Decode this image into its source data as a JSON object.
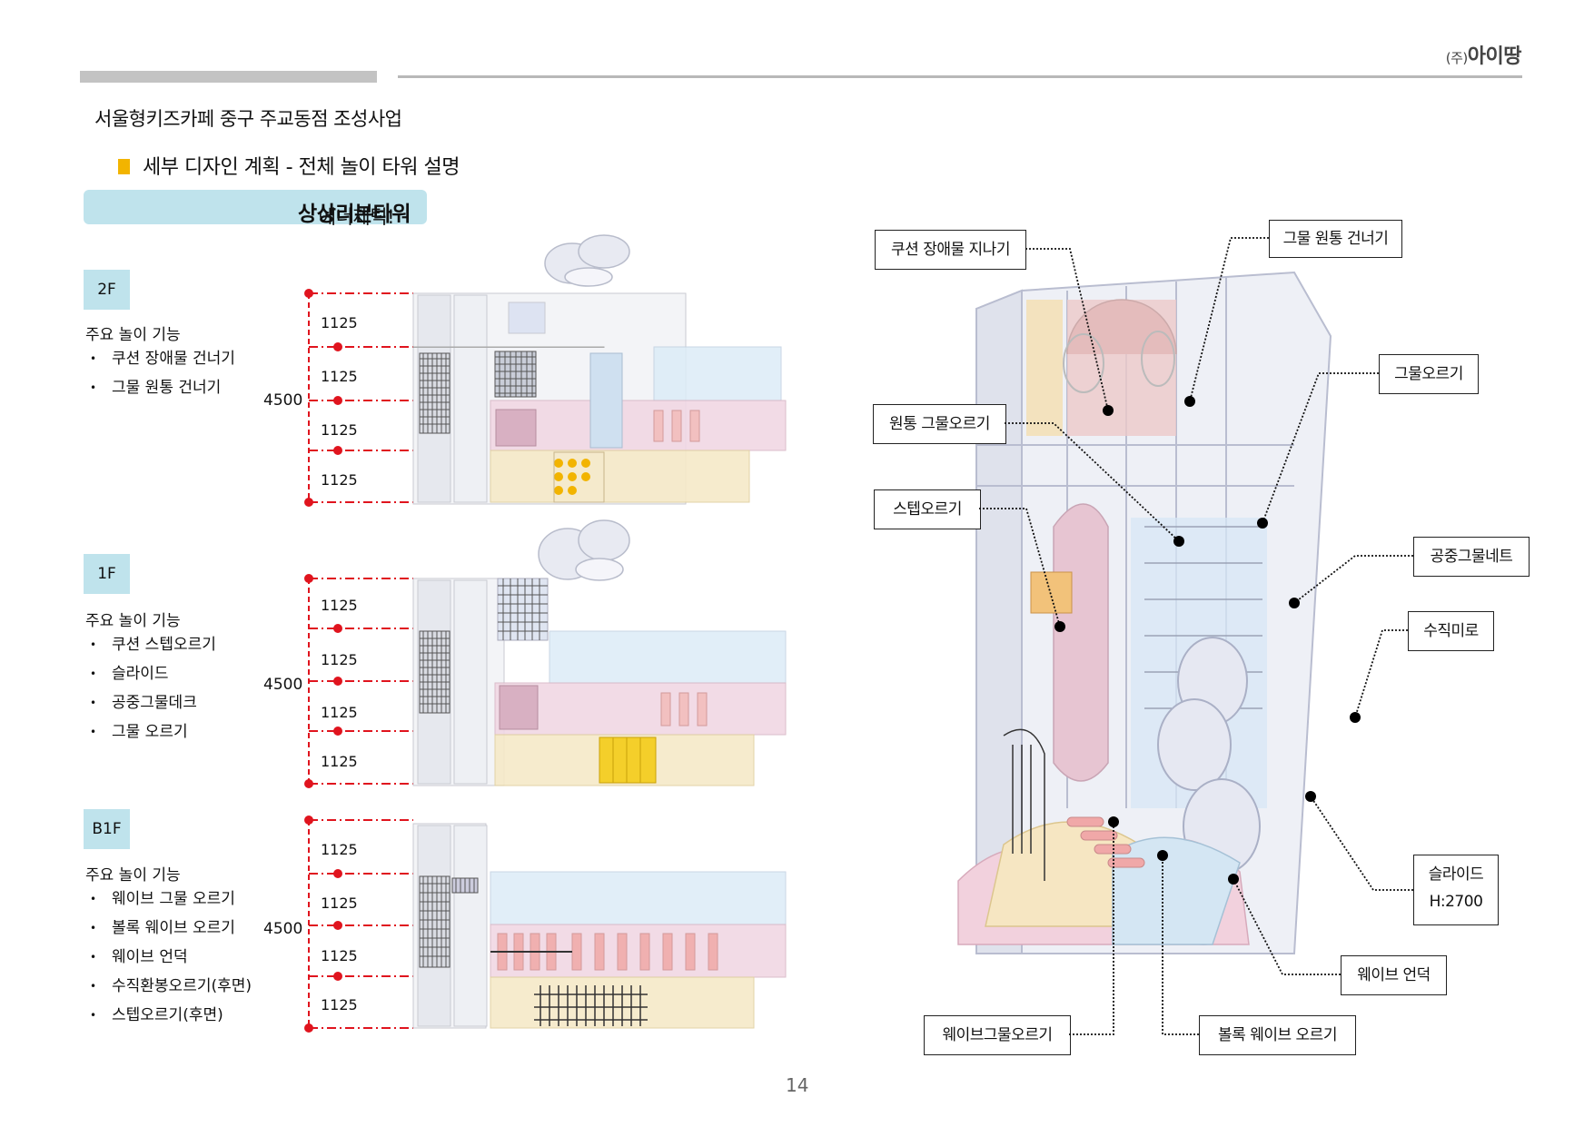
{
  "header": {
    "company_prefix": "(주)",
    "company_name": "아이땅"
  },
  "title": "서울형키즈카페 중구 주교동점 조성사업",
  "section_title": "세부 디자인 계획  -  전체 놀이 타워 설명",
  "tower": {
    "prefix": "에너제틱!",
    "name": "상상리본타워"
  },
  "floors": [
    {
      "label": "2F",
      "functions_title": "주요 놀이 기능",
      "functions": [
        "쿠션 장애물 건너기",
        "그물 원통 건너기"
      ],
      "total_height": "4500",
      "segments": [
        "1125",
        "1125",
        "1125",
        "1125"
      ]
    },
    {
      "label": "1F",
      "functions_title": "주요 놀이 기능",
      "functions": [
        "쿠션 스텝오르기",
        "슬라이드",
        "공중그물데크",
        "그물 오르기"
      ],
      "total_height": "4500",
      "segments": [
        "1125",
        "1125",
        "1125",
        "1125"
      ]
    },
    {
      "label": "B1F",
      "functions_title": "주요 놀이 기능",
      "functions": [
        "웨이브 그물 오르기",
        "볼록 웨이브 오르기",
        "웨이브 언덕",
        "수직환봉오르기(후면)",
        "스텝오르기(후면)"
      ],
      "total_height": "4500",
      "segments": [
        "1125",
        "1125",
        "1125",
        "1125"
      ]
    }
  ],
  "callouts": {
    "cushion_obstacle": "쿠션 장애물 지나기",
    "net_cylinder_cross": "그물 원통 건너기",
    "net_climb": "그물오르기",
    "cylinder_net_climb": "원통 그물오르기",
    "step_climb": "스텝오르기",
    "aerial_net": "공중그물네트",
    "vertical_maze": "수직미로",
    "slide": "슬라이드",
    "slide_height": "H:2700",
    "wave_hill": "웨이브 언덕",
    "wave_net_climb": "웨이브그물오르기",
    "convex_wave_climb": "볼록 웨이브 오르기"
  },
  "page_number": "14"
}
